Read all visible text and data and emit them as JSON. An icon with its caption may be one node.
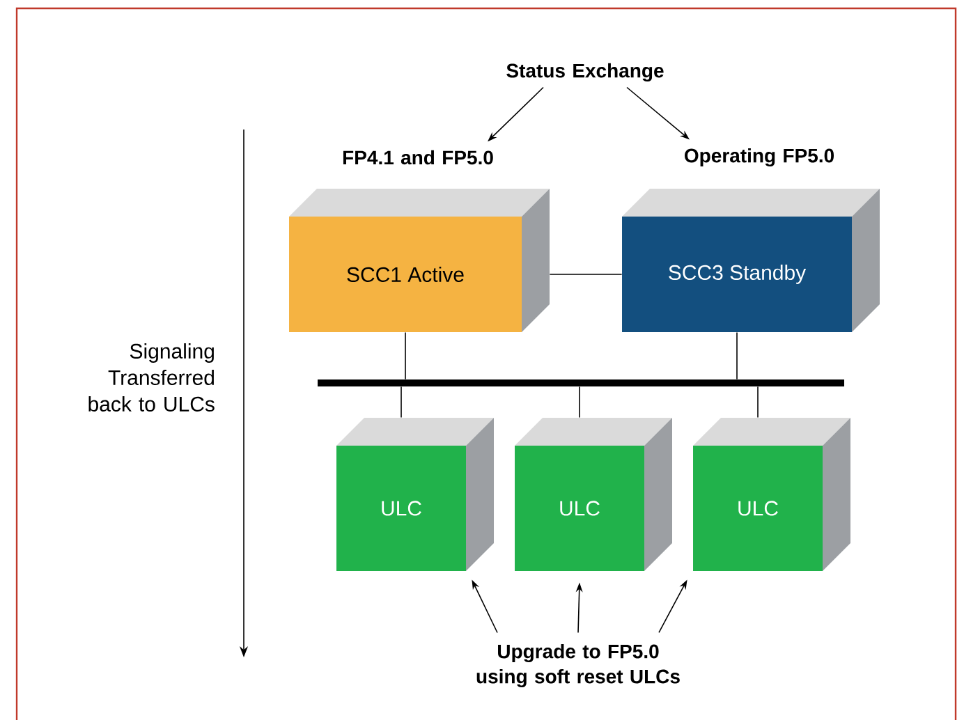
{
  "diagram": {
    "nodes": [
      {
        "text": [
          "Status Exchange"
        ]
      },
      {
        "text": [
          "FP4.1 and FP5.0"
        ]
      },
      {
        "text": [
          "Operating FP5.0"
        ]
      },
      {
        "text": [
          "SCC1 Active"
        ]
      },
      {
        "text": [
          "SCC3 Standby"
        ]
      },
      {
        "text": [],
        "shape": "bar"
      },
      {
        "text": [
          "ULC"
        ]
      },
      {
        "text": [
          "ULC"
        ]
      },
      {
        "text": [
          "ULC"
        ]
      },
      {
        "text": [
          "Upgrade to FP5.0 using soft reset ULCs"
        ]
      }
    ],
    "edges": [
      {
        "from": 0,
        "to": 1,
        "arrow": "to"
      },
      {
        "from": 0,
        "to": 2,
        "arrow": "to"
      },
      {
        "from": 3,
        "to": 4,
        "arrow": "none"
      },
      {
        "from": 3,
        "to": 5,
        "arrow": "none"
      },
      {
        "from": 4,
        "to": 5,
        "arrow": "none"
      },
      {
        "from": 5,
        "to": 6,
        "arrow": "none"
      },
      {
        "from": 5,
        "to": 7,
        "arrow": "none"
      },
      {
        "from": 5,
        "to": 8,
        "arrow": "none"
      },
      {
        "from": 9,
        "to": 6,
        "arrow": "to"
      },
      {
        "from": 9,
        "to": 7,
        "arrow": "to"
      },
      {
        "from": 9,
        "to": 8,
        "arrow": "to"
      }
    ],
    "labels": [
      "Signaling Transferred back to ULCs"
    ]
  }
}
